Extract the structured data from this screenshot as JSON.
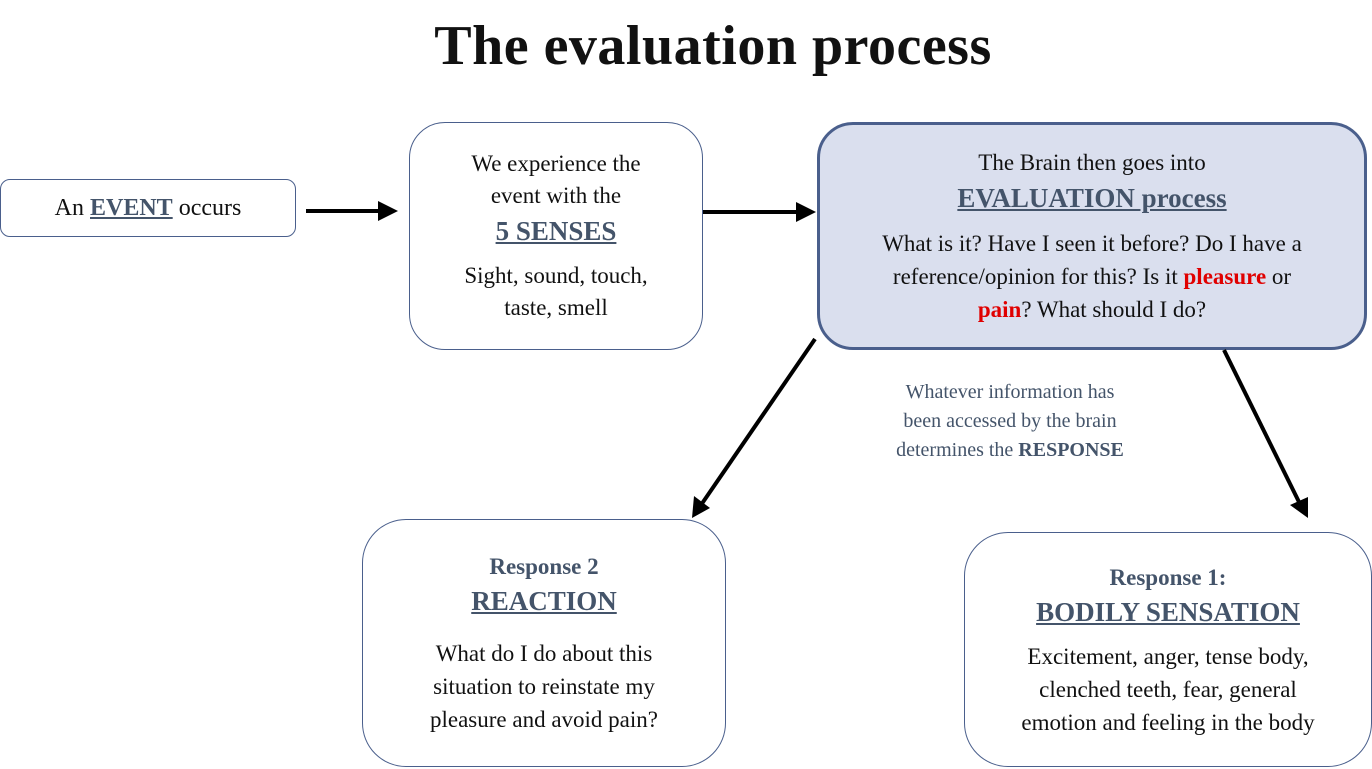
{
  "title": "The evaluation process",
  "event": {
    "prefix": "An",
    "keyword": "EVENT",
    "suffix": "occurs"
  },
  "senses": {
    "line1": "We experience the",
    "line2": "event with the",
    "heading": "5 SENSES",
    "detail1": "Sight, sound, touch,",
    "detail2": "taste, smell"
  },
  "evaluation": {
    "line1": "The Brain then goes into",
    "heading": "EVALUATION process",
    "q1": "What is it? Have I seen it before? Do I have a",
    "q2a": "reference/opinion for this? Is it",
    "pleasure": "pleasure",
    "q2b": "or",
    "pain": "pain",
    "q3": "? What should I do?"
  },
  "note": {
    "line1": "Whatever information has",
    "line2": "been accessed by the brain",
    "line3a": "determines the",
    "line3b": "RESPONSE"
  },
  "response2": {
    "label": "Response 2",
    "heading": "REACTION",
    "line1": "What do I do about this",
    "line2": "situation to reinstate my",
    "line3": "pleasure and avoid pain?"
  },
  "response1": {
    "label": "Response 1:",
    "heading": "BODILY SENSATION",
    "line1": "Excitement, anger, tense body,",
    "line2": "clenched teeth, fear, general",
    "line3": "emotion and feeling in the body"
  },
  "colors": {
    "accent": "#44546a",
    "border": "#4a5f8c",
    "highlight_fill": "#dadfee",
    "emphasis": "#e00000"
  },
  "icons": [
    "arrow-right-icon",
    "arrow-right-icon",
    "arrow-down-left-icon",
    "arrow-down-right-icon"
  ]
}
